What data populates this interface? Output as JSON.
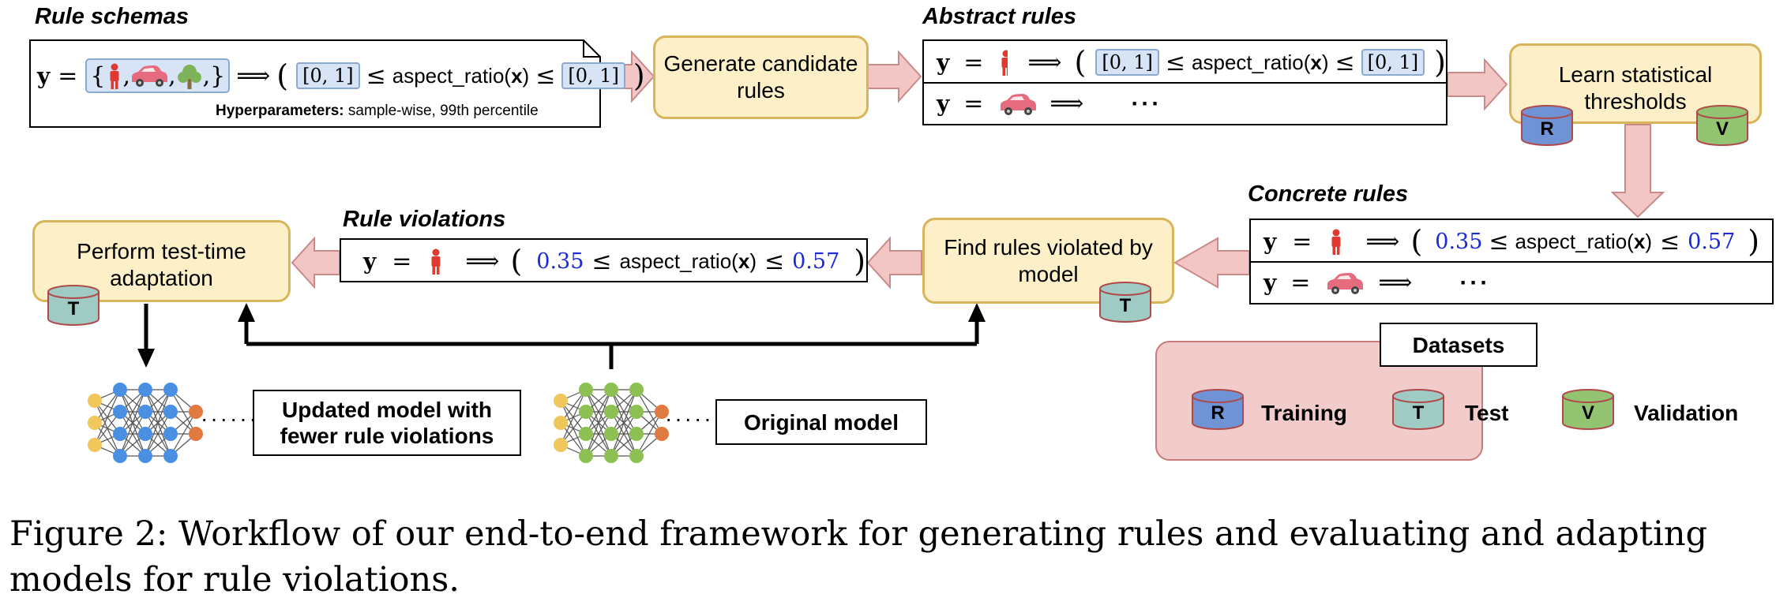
{
  "sections": {
    "rule_schemas": "Rule schemas",
    "abstract_rules": "Abstract rules",
    "concrete_rules": "Concrete rules",
    "rule_violations": "Rule violations"
  },
  "schema": {
    "y": "y",
    "eq": "=",
    "implies": "⟹",
    "open_paren": "(",
    "close_paren": ")",
    "interval": "[0, 1]",
    "le": "≤",
    "func": "aspect_ratio(",
    "x": "x",
    "func_close": ")",
    "hyper_label": "Hyperparameters:",
    "hyper_value": "sample-wise, 99th percentile",
    "set_open": "{",
    "set_close": "}",
    "comma": ","
  },
  "abstract": {
    "row1_interval_low": "[0, 1]",
    "row1_interval_high": "[0, 1]",
    "row2_dots": "···"
  },
  "concrete": {
    "low": "0.35",
    "high": "0.57",
    "row2_dots": "···"
  },
  "violation": {
    "low": "0.35",
    "high": "0.57"
  },
  "processes": {
    "generate": "Generate candidate rules",
    "learn": "Learn statistical thresholds",
    "find": "Find rules violated by model",
    "adapt": "Perform test-time adaptation"
  },
  "models": {
    "updated": "Updated model with fewer rule violations",
    "original": "Original model"
  },
  "datasets": {
    "title": "Datasets",
    "r_letter": "R",
    "t_letter": "T",
    "v_letter": "V",
    "r_label": "Training",
    "t_label": "Test",
    "v_label": "Validation"
  },
  "colors": {
    "R": "#6f93d4",
    "T": "#9fcbc4",
    "V": "#92c472",
    "process_fill": "#fdf0c8",
    "process_border": "#d9b45a",
    "arrow_fill": "#f3c6c6",
    "arrow_border": "#c98a8a",
    "number_blue": "#1a2ad8"
  },
  "caption": "Figure 2: Workflow of our end-to-end framework for generating rules and evaluating and adapting models for rule violations."
}
